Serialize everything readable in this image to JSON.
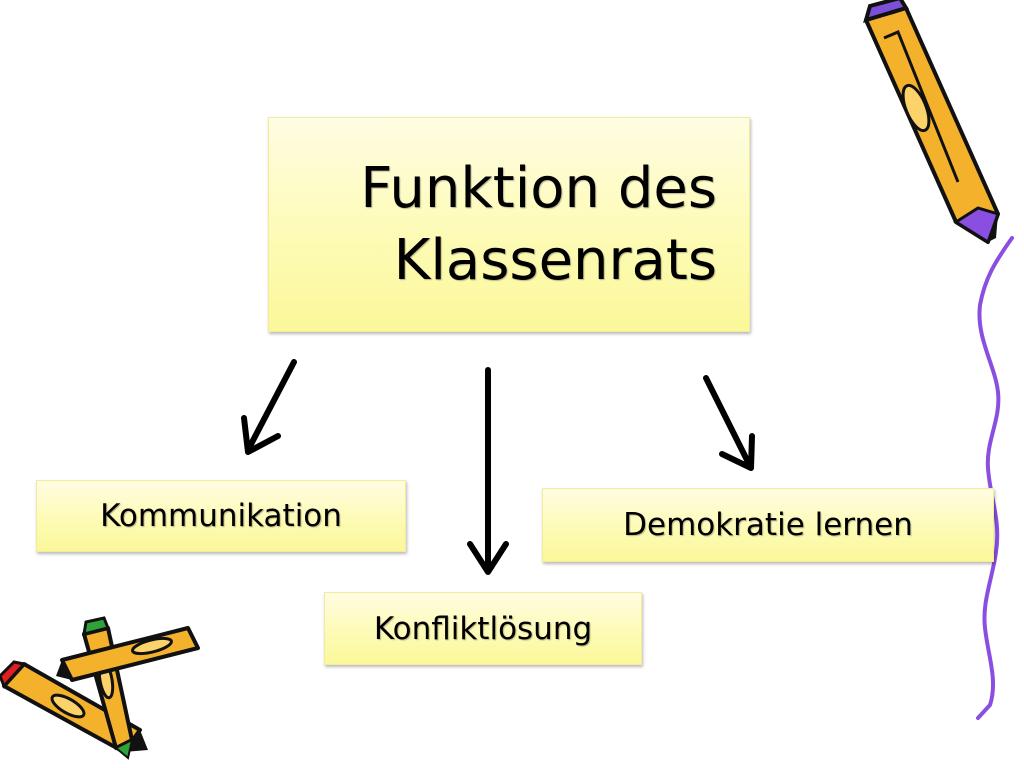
{
  "title": {
    "line1": "Funktion des",
    "line2": "Klassenrats"
  },
  "nodes": [
    {
      "label": "Kommunikation"
    },
    {
      "label": "Konfliktlösung"
    },
    {
      "label": "Demokratie lernen"
    }
  ],
  "colors": {
    "box_fill": "#fdfbb6",
    "arrow": "#000000",
    "squiggle": "#8a4fe0",
    "pencil_body": "#f4b12c"
  },
  "icons": [
    "pencil-icon",
    "crossed-pencils-icon",
    "squiggle-line"
  ]
}
